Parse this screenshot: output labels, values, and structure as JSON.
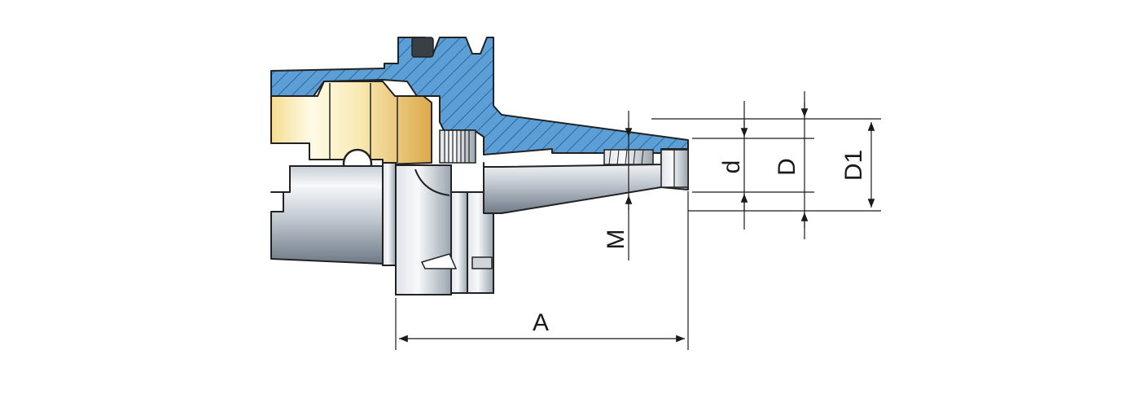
{
  "diagram": {
    "dimension_labels": {
      "A": "A",
      "M": "M",
      "d": "d",
      "D": "D",
      "D1": "D1"
    },
    "colors": {
      "section_fill": "#5b9fd6",
      "hatch": "#1f4f80",
      "outline": "#222222",
      "brass_light": "#fff8dc",
      "brass_dark": "#e2b44e",
      "steel_light": "#f4f6f8",
      "steel_dark": "#8c97a3",
      "dimension_line": "#1a1a1a"
    }
  }
}
